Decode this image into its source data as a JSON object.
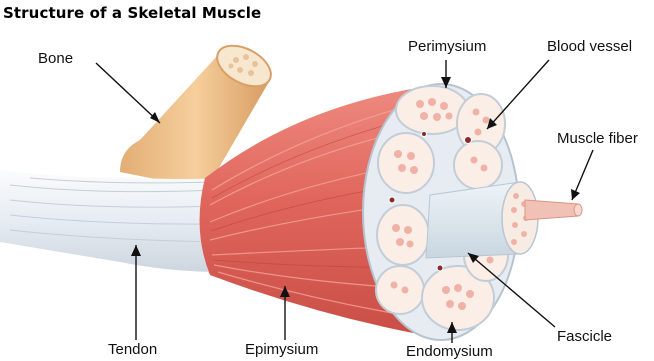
{
  "title": "Structure of a Skeletal Muscle",
  "labels": {
    "bone": "Bone",
    "tendon": "Tendon",
    "epimysium": "Epimysium",
    "perimysium": "Perimysium",
    "blood_vessel": "Blood vessel",
    "muscle_fiber": "Muscle fiber",
    "fascicle": "Fascicle",
    "endomysium": "Endomysium"
  },
  "colors": {
    "bone": "#f2c690",
    "muscle": "#e0675f",
    "tendon": "#eef2f6",
    "fascicle_cap": "#f6ece4",
    "fiber": "#f0b2a6"
  }
}
